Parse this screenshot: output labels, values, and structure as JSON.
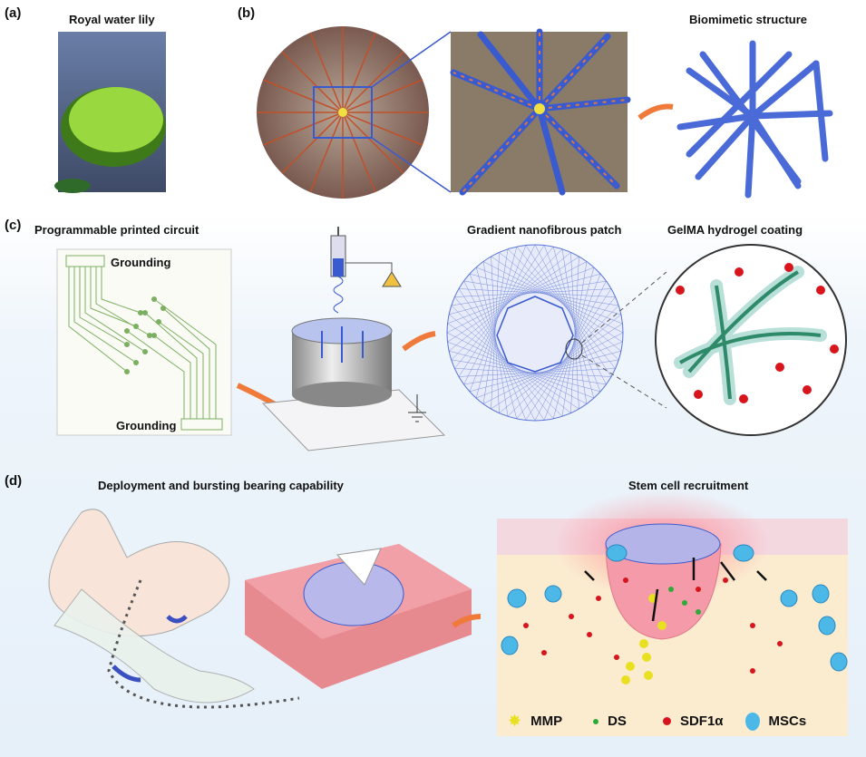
{
  "panels": {
    "a": {
      "label": "(a)",
      "title": "Royal water lily"
    },
    "b": {
      "label": "(b)",
      "title": "Biomimetic structure"
    },
    "c": {
      "label": "(c)",
      "titles": {
        "circuit": "Programmable printed circuit",
        "patch": "Gradient nanofibrous patch",
        "coating": "GelMA hydrogel coating"
      },
      "grounding_top": "Grounding",
      "grounding_bottom": "Grounding"
    },
    "d": {
      "label": "(d)",
      "title_left": "Deployment and bursting bearing capability",
      "title_right": "Stem cell recruitment"
    }
  },
  "legend": [
    {
      "label": "MMP",
      "color": "#e8e020",
      "icon": "star-icon"
    },
    {
      "label": "DS",
      "color": "#2faa3a",
      "icon": "dot-icon"
    },
    {
      "label": "SDF1α",
      "color": "#d8141c",
      "icon": "dot-icon"
    },
    {
      "label": "MSCs",
      "color": "#4cb8e8",
      "icon": "cell-icon"
    }
  ],
  "colors": {
    "fiber": "#3a5bd0",
    "arrow": "#f07a3a",
    "circuit": "#7bb060",
    "tissue": "#f4a0a8"
  }
}
